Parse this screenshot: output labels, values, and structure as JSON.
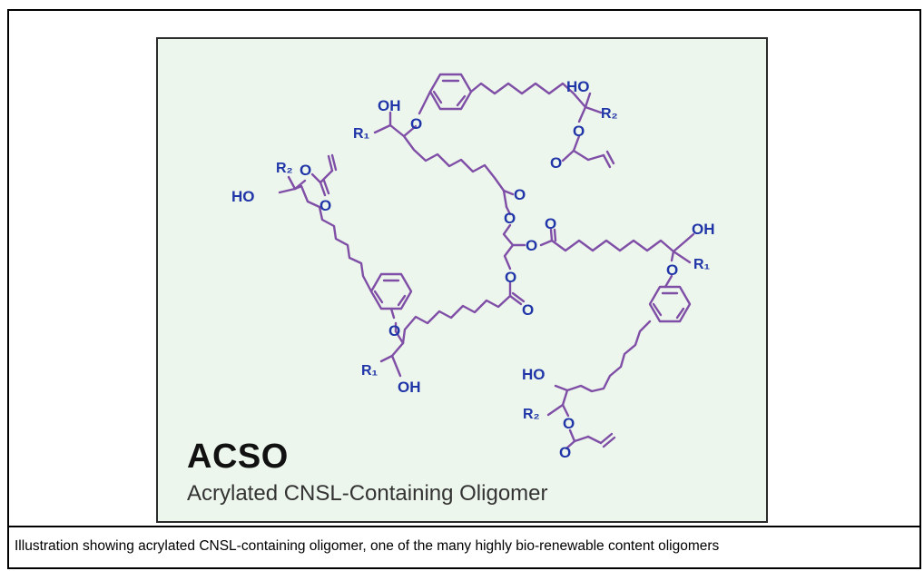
{
  "figure": {
    "title": "ACSO",
    "subtitle": "Acrylated CNSL-Containing Oligomer",
    "atom_labels": {
      "oh": "OH",
      "ho": "HO",
      "o": "O",
      "r1": "R₁",
      "r2": "R₂"
    }
  },
  "caption": "Illustration showing acrylated CNSL-containing oligomer, one of the many highly bio-renewable content oligomers",
  "colors": {
    "bond": "#7f4ea6",
    "atom": "#1f35a8",
    "panel": "#edf6ec"
  }
}
